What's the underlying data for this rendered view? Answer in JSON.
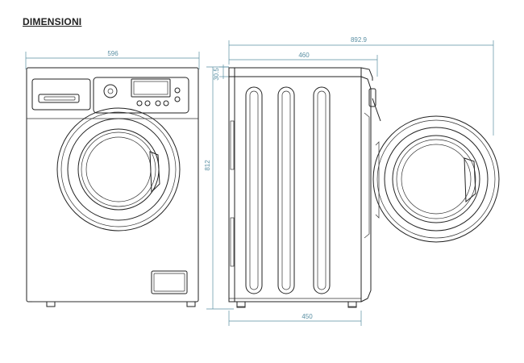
{
  "title": "DIMENSIONI",
  "dimensions": {
    "front_width": "596",
    "side_depth_body": "460",
    "total_depth_door_open": "892.9",
    "top_offset": "30.5",
    "height": "812",
    "side_base_depth": "450"
  },
  "colors": {
    "line": "#222222",
    "dimension": "#5a8fa3"
  }
}
